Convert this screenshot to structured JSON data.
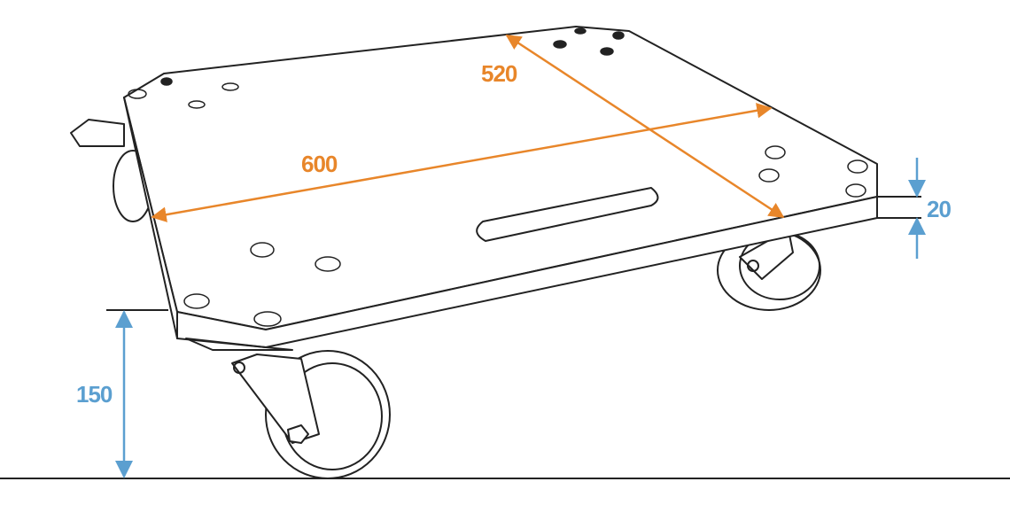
{
  "colors": {
    "line": "#222222",
    "orange": "#e8862a",
    "blue": "#5b9fd0"
  },
  "dimensions": {
    "width": "600",
    "depth": "520",
    "thickness": "20",
    "height": "150"
  }
}
